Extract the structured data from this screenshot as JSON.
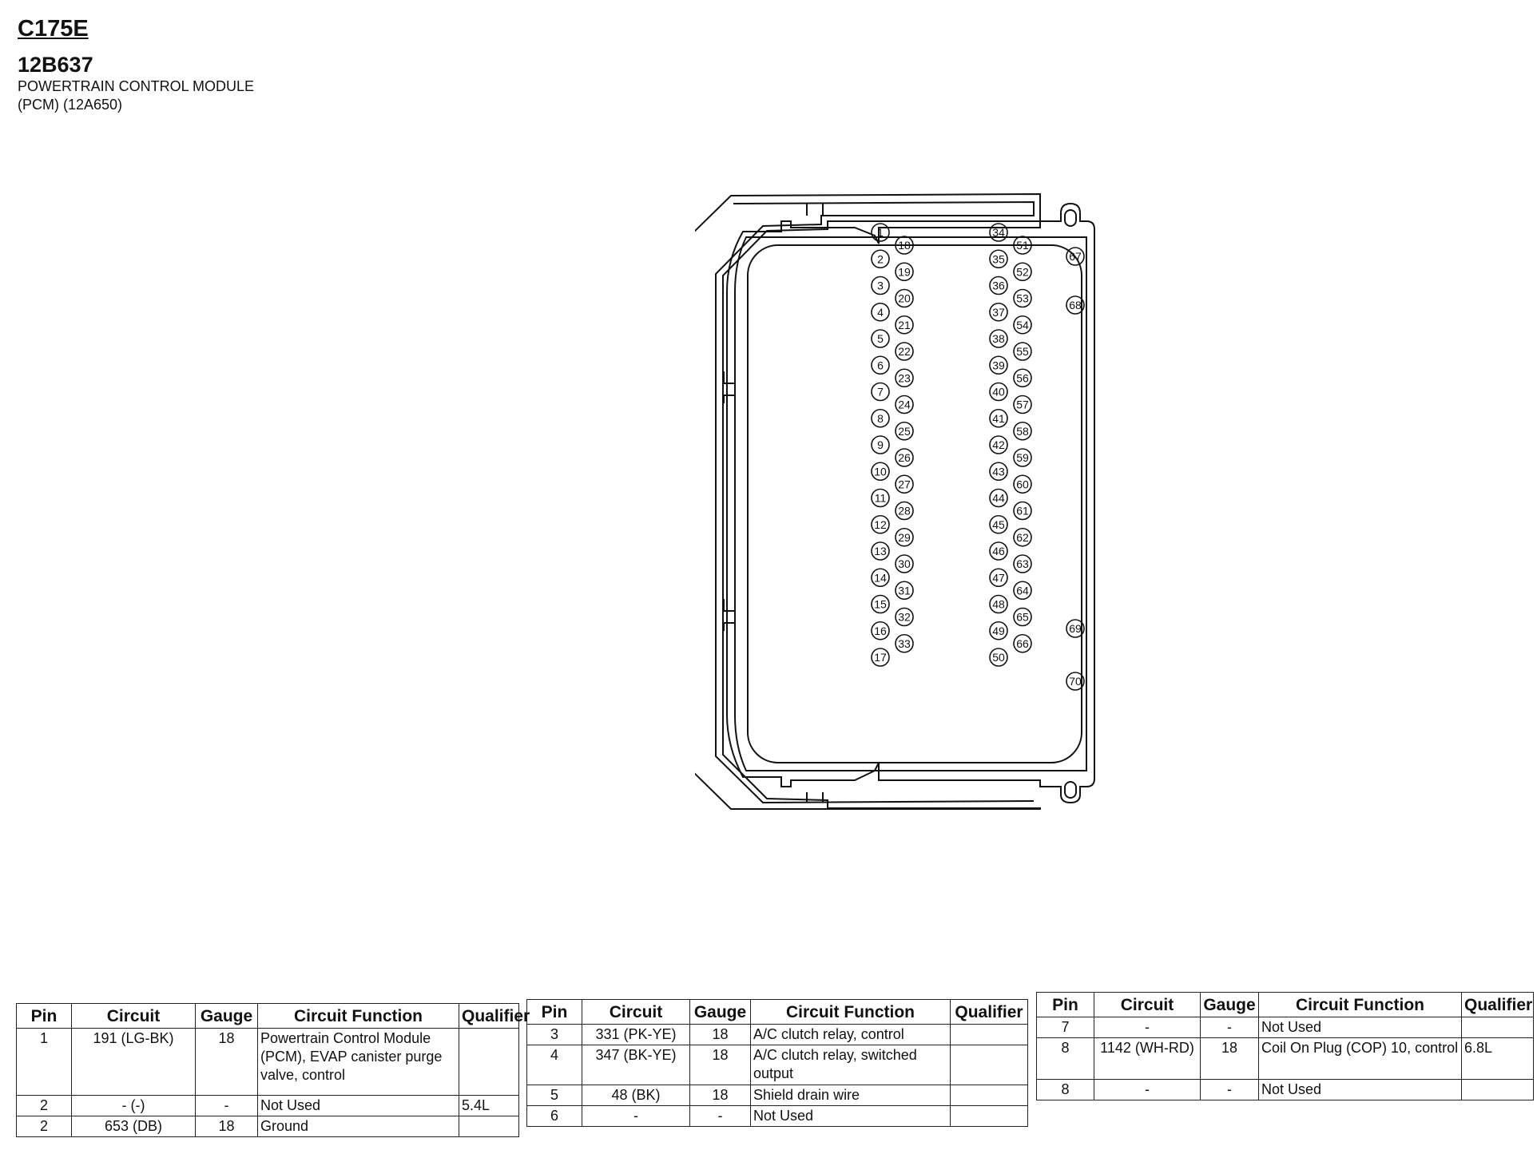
{
  "header": {
    "connector_id": "C175E",
    "part_number": "12B637",
    "description_line1": "POWERTRAIN CONTROL MODULE",
    "description_line2": "(PCM) (12A650)"
  },
  "tables": [
    {
      "headers": [
        "Pin",
        "Circuit",
        "Gauge",
        "Circuit Function",
        "Qualifier"
      ],
      "rows": [
        {
          "pin": "1",
          "circuit": "191 (LG-BK)",
          "gauge": "18",
          "function": "Powertrain Control Module (PCM), EVAP canister purge valve, control",
          "qualifier": ""
        },
        {
          "pin": "2",
          "circuit": "- (-)",
          "gauge": "-",
          "function": "Not Used",
          "qualifier": "5.4L"
        },
        {
          "pin": "2",
          "circuit": "653 (DB)",
          "gauge": "18",
          "function": "Ground",
          "qualifier": ""
        }
      ]
    },
    {
      "headers": [
        "Pin",
        "Circuit",
        "Gauge",
        "Circuit Function",
        "Qualifier"
      ],
      "rows": [
        {
          "pin": "3",
          "circuit": "331 (PK-YE)",
          "gauge": "18",
          "function": "A/C clutch relay, control",
          "qualifier": ""
        },
        {
          "pin": "4",
          "circuit": "347 (BK-YE)",
          "gauge": "18",
          "function": "A/C clutch relay, switched output",
          "qualifier": ""
        },
        {
          "pin": "5",
          "circuit": "48 (BK)",
          "gauge": "18",
          "function": "Shield drain wire",
          "qualifier": ""
        },
        {
          "pin": "6",
          "circuit": "-",
          "gauge": "-",
          "function": "Not Used",
          "qualifier": ""
        }
      ]
    },
    {
      "headers": [
        "Pin",
        "Circuit",
        "Gauge",
        "Circuit Function",
        "Qualifier"
      ],
      "rows": [
        {
          "pin": "7",
          "circuit": "-",
          "gauge": "-",
          "function": "Not Used",
          "qualifier": ""
        },
        {
          "pin": "8",
          "circuit": "1142 (WH-RD)",
          "gauge": "18",
          "function": "Coil On Plug (COP) 10, control",
          "qualifier": "6.8L"
        },
        {
          "pin": "8",
          "circuit": "-",
          "gauge": "-",
          "function": "Not Used",
          "qualifier": ""
        }
      ]
    }
  ]
}
